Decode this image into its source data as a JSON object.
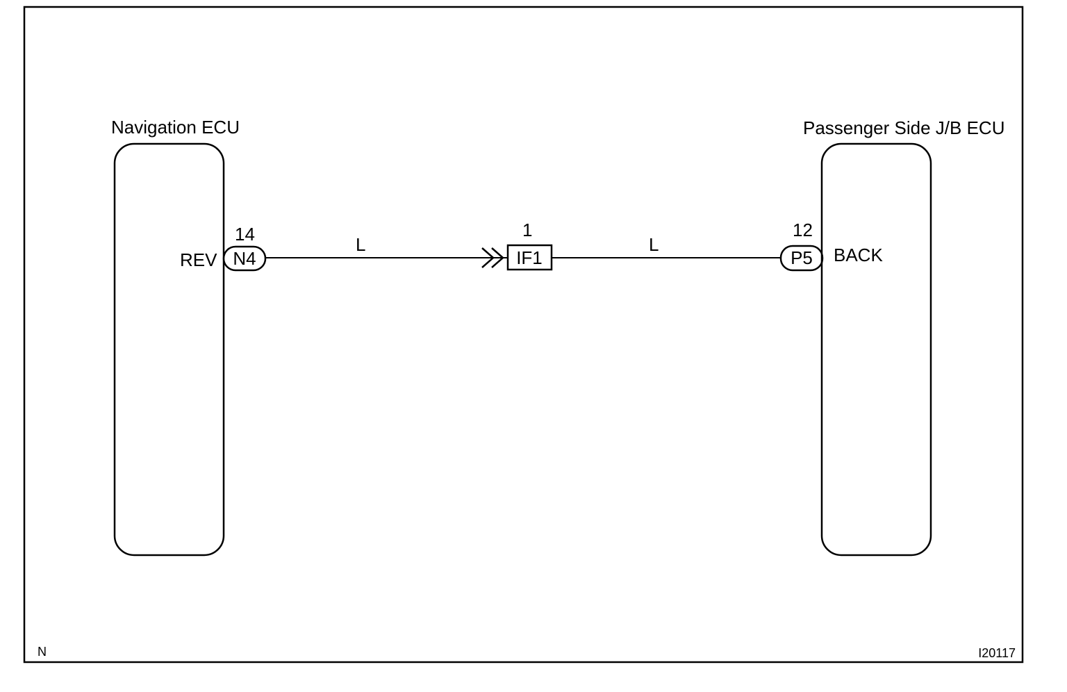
{
  "left_component": {
    "title": "Navigation ECU",
    "terminal_name": "REV",
    "connector": "N4",
    "pin": "14"
  },
  "junction": {
    "connector": "IF1",
    "pin": "1"
  },
  "right_component": {
    "title": "Passenger Side J/B ECU",
    "terminal_name": "BACK",
    "connector": "P5",
    "pin": "12"
  },
  "wires": {
    "left_color": "L",
    "right_color": "L"
  },
  "footer": {
    "corner_letter": "N",
    "figure_id": "I20117"
  }
}
